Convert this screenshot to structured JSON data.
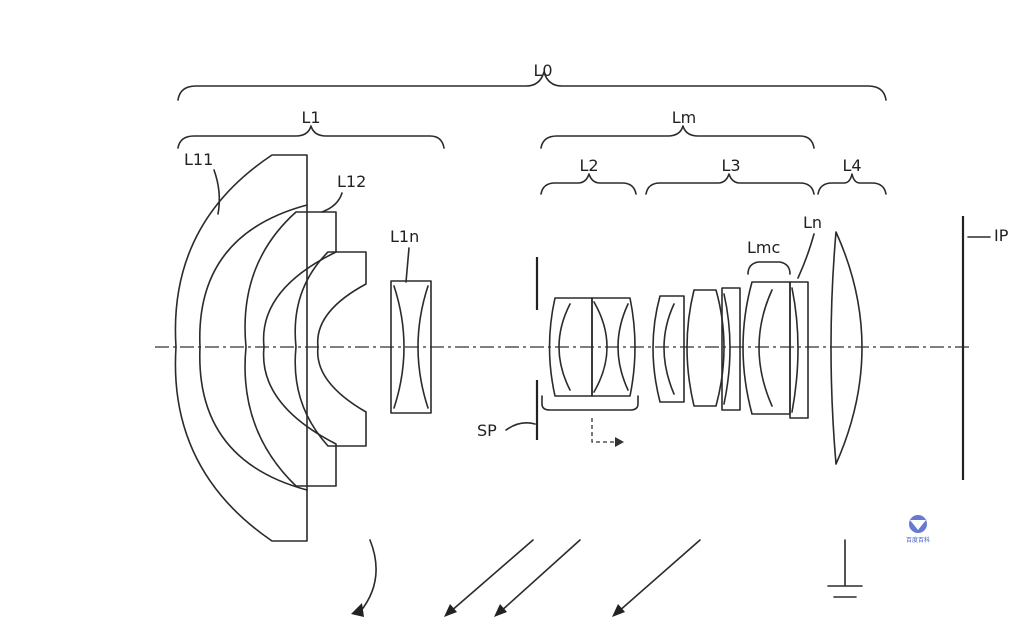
{
  "labels": {
    "L0": "L0",
    "L1": "L1",
    "L11": "L11",
    "L12": "L12",
    "L1n": "L1n",
    "Lm": "Lm",
    "L2": "L2",
    "L3": "L3",
    "L4": "L4",
    "Lmc": "Lmc",
    "Ln": "Ln",
    "IP": "IP",
    "SP": "SP"
  },
  "watermark": {
    "text": "百度百科"
  },
  "colors": {
    "ink": "#2b2b2b",
    "watermark": "#4a63c8"
  }
}
